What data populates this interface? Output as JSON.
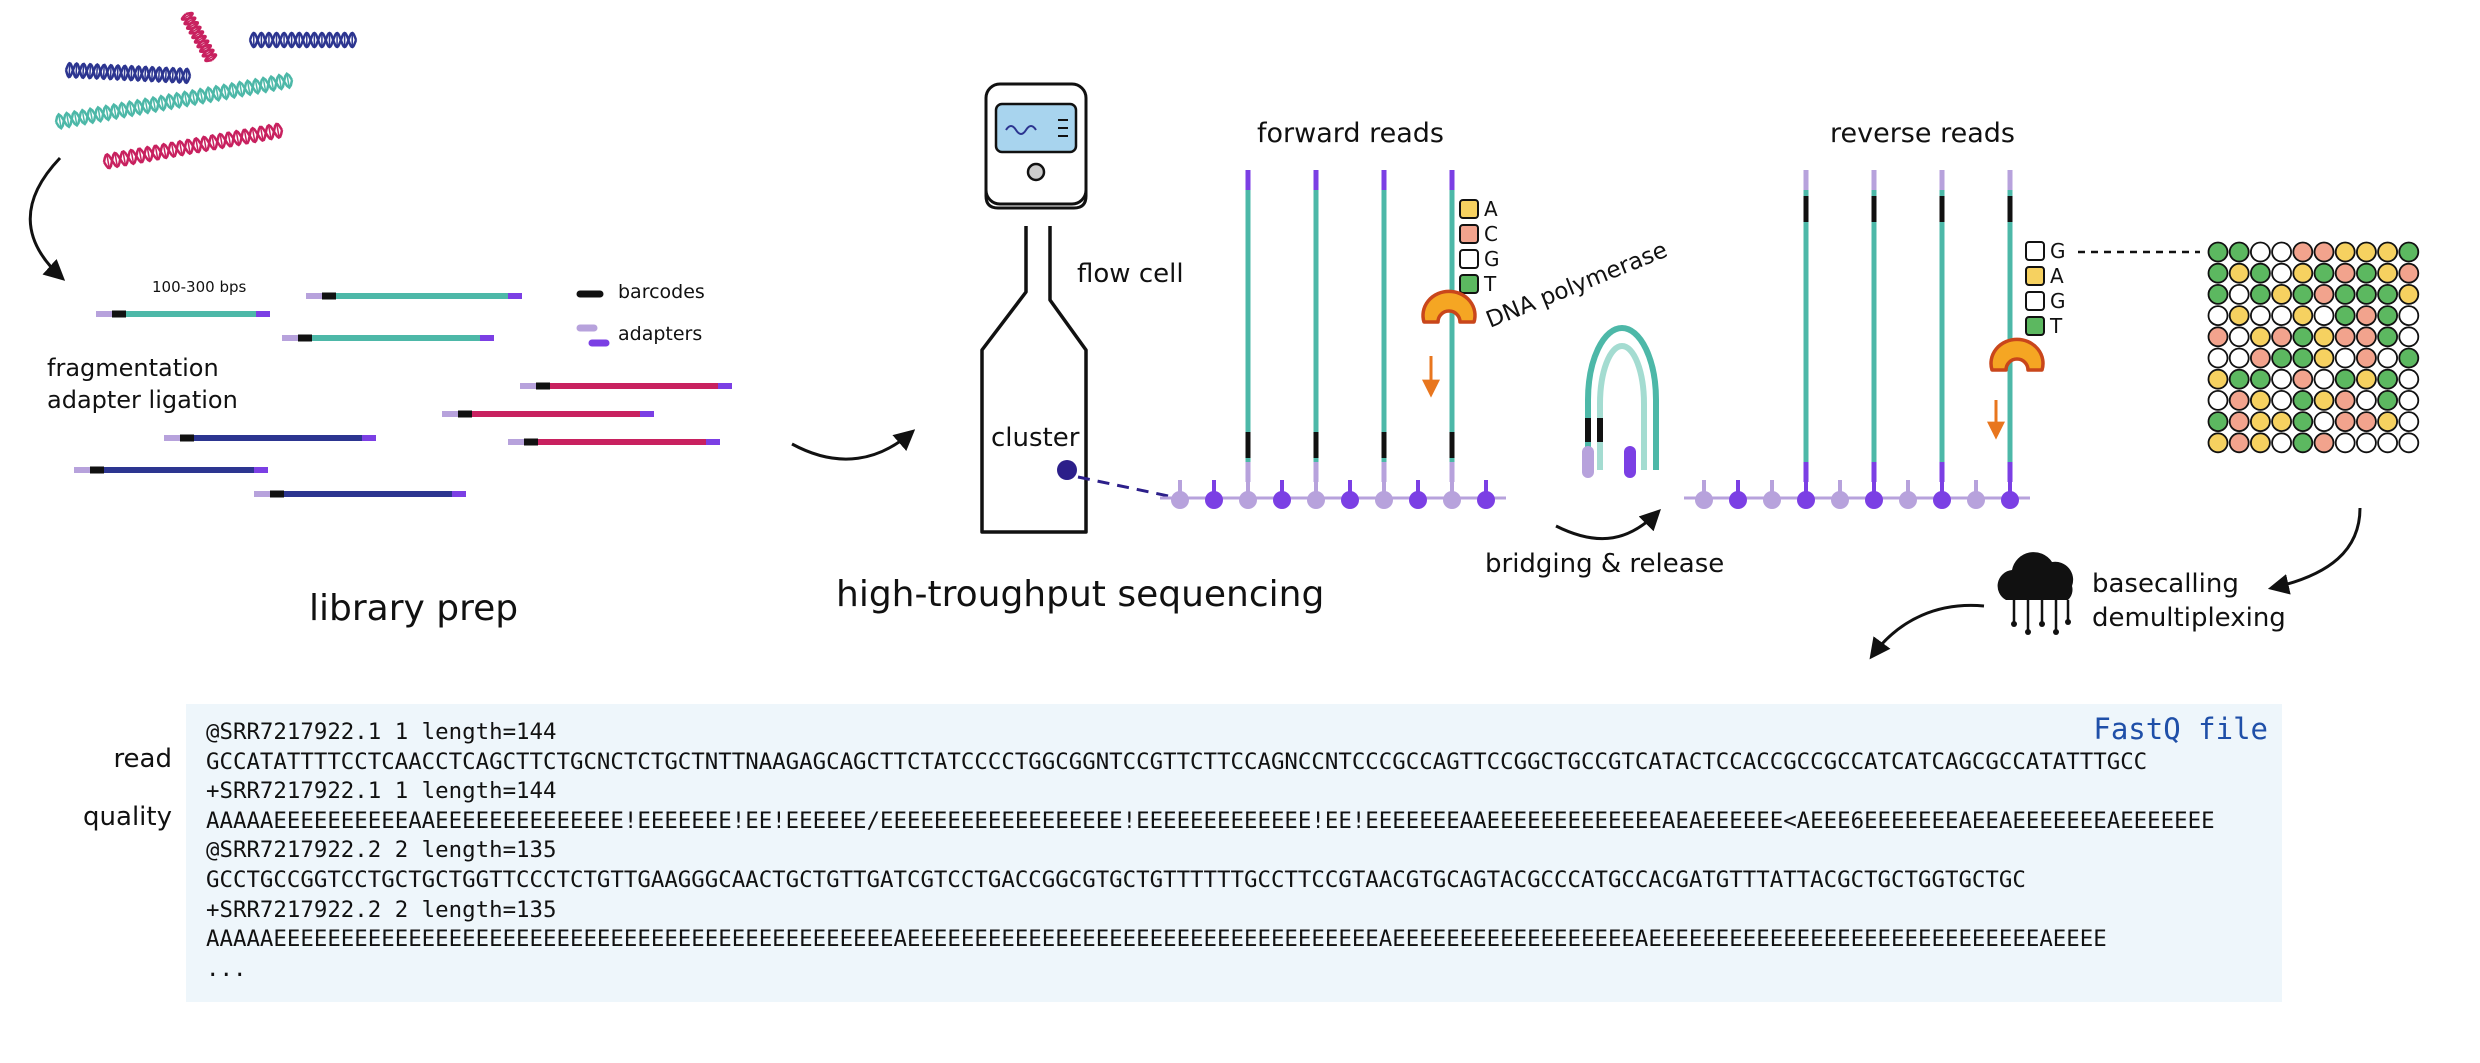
{
  "labels": {
    "bp_range": "100-300 bps",
    "barcodes": "barcodes",
    "adapters": "adapters",
    "fragmentation": "fragmentation",
    "adapter_ligation": "adapter ligation",
    "library_prep": "library prep",
    "flow_cell": "flow cell",
    "cluster": "cluster",
    "high_throughput": "high-troughput sequencing",
    "forward_reads": "forward reads",
    "reverse_reads": "reverse reads",
    "dna_polymerase": "DNA polymerase",
    "bridging_release": "bridging & release",
    "basecalling": "basecalling",
    "demultiplexing": "demultiplexing"
  },
  "forward_bases": [
    "A",
    "C",
    "G",
    "T"
  ],
  "reverse_bases": [
    "G",
    "A",
    "G",
    "T"
  ],
  "fastq": {
    "title": "FastQ file",
    "read_label": "read",
    "quality_label": "quality",
    "lines": [
      "@SRR7217922.1 1 length=144",
      "GCCATATTTTCCTCAACCTCAGCTTCTGCNCTCTGCTNTTNAAGAGCAGCTTCTATCCCCTGGCGGNTCCGTTCTTCCAGNCCNTCCCGCCAGTTCCGGCTGCCGTCATACTCCACCGCCGCCATCATCAGCGCCATATTTGCC",
      "+SRR7217922.1 1 length=144",
      "AAAAAEEEEEEEEEEAAEEEEEEEEEEEEEE!EEEEEEE!EE!EEEEEE/EEEEEEEEEEEEEEEEEE!EEEEEEEEEEEEE!EE!EEEEEEEAAEEEEEEEEEEEEEAEAEEEEEE<AEEE6EEEEEEEAEEAEEEEEEEAEEEEEEE",
      "@SRR7217922.2 2 length=135",
      "GCCTGCCGGTCCTGCTGCTGGTTCCCTCTGTTGAAGGGCAACTGCTGTTGATCGTCCTGACCGGCGTGCTGTTTTTTGCCTTCCGTAACGTGCAGTACGCCCATGCCACGATGTTTATTACGCTGCTGGTGCTGC",
      "+SRR7217922.2 2 length=135",
      "AAAAAEEEEEEEEEEEEEEEEEEEEEEEEEEEEEEEEEEEEEEEEEEEEEEAEEEEEEEEEEEEEEEEEEEEEEEEEEEEEEEEEEEAEEEEEEEEEEEEEEEEEEAEEEEEEEEEEEEEEEEEEEEEEEEEEEEEAEEEE",
      "..."
    ]
  },
  "colors": {
    "teal": "#4db8a8",
    "magenta": "#c8215f",
    "navy": "#2c3590",
    "adapter_light": "#b7a2dc",
    "adapter_dark": "#7b3fe4",
    "barcode": "#111111",
    "polymerase": "#f5a623",
    "polymerase_edge": "#c9461b",
    "arrow_orange": "#e8761e",
    "base_A": "#f6d160",
    "base_C": "#f2a38d",
    "base_G": "#ffffff",
    "base_T": "#5cb860",
    "device_screen": "#a8d4ee",
    "cluster_text": "#5b35b4",
    "cluster_dot": "#2c1f8a",
    "fastq_bg": "#eef6fb",
    "fastq_title": "#1f4fa8"
  },
  "plate_grid": [
    "GGWWCCAAAG",
    "GAGWAGCGAC",
    "GWGAGCGGGA",
    "WAWWAWGCGW",
    "CWACGACCGW",
    "WWCGGAWCWG",
    "AGGWCWGAGW",
    "WCAWGACWGW",
    "GCAAGWCCAW",
    "ACAWGCWWWW"
  ]
}
